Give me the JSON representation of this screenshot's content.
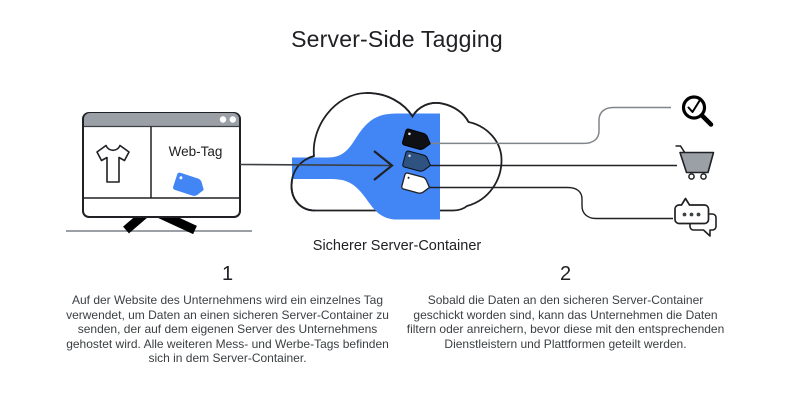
{
  "title": "Server-Side Tagging",
  "colors": {
    "accent_blue": "#4285F4",
    "navy_tag": "#2F5380",
    "browser_bar_gray": "#9AA0A6",
    "cart_gray": "#9AA0A6",
    "ink": "#202124",
    "line_gray": "#80868B",
    "body_text": "#3C4043"
  },
  "monitor": {
    "label": "Web-Tag",
    "icons": [
      "tshirt-icon",
      "web-tag-icon",
      "browser-window-icon"
    ]
  },
  "cloud": {
    "label": "Sicherer Server-Container",
    "icons": [
      "cloud-icon",
      "funnel-shape",
      "arrow-right-icon",
      "tag-black-icon",
      "tag-navy-icon",
      "tag-outline-icon"
    ]
  },
  "destinations": {
    "icons": [
      "search-check-icon",
      "shopping-cart-icon",
      "chat-bubbles-icon"
    ]
  },
  "steps": [
    {
      "number": "1",
      "text": "Auf der Website des Unternehmens wird ein einzelnes Tag verwendet, um Daten an einen sicheren Server-Container zu senden, der auf dem eigenen Server des Unternehmens gehostet wird. Alle weiteren Mess- und Werbe-Tags befinden sich in dem Server-Container."
    },
    {
      "number": "2",
      "text": "Sobald die Daten an den sicheren Server-Container geschickt worden sind, kann das Unternehmen die Daten filtern oder anreichern, bevor diese mit den entsprechenden Dienstleistern und Plattformen geteilt werden."
    }
  ]
}
